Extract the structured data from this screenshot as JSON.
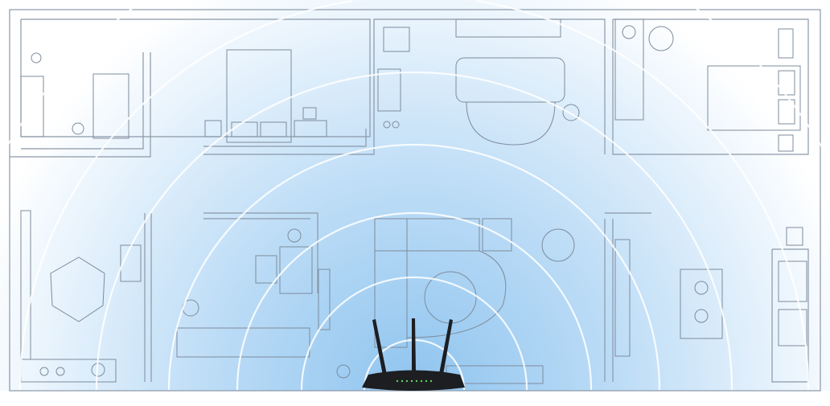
{
  "scene": {
    "colors": {
      "background": "#ffffff",
      "signal_center": "#8fc4ef",
      "signal_edge": "#ffffff",
      "walls": "#8a98a8",
      "router_body": "#1c1e22",
      "router_led": "#5fd05f"
    },
    "wave_count": 7,
    "router_antenna_count": 3,
    "router_led_count": 8
  }
}
